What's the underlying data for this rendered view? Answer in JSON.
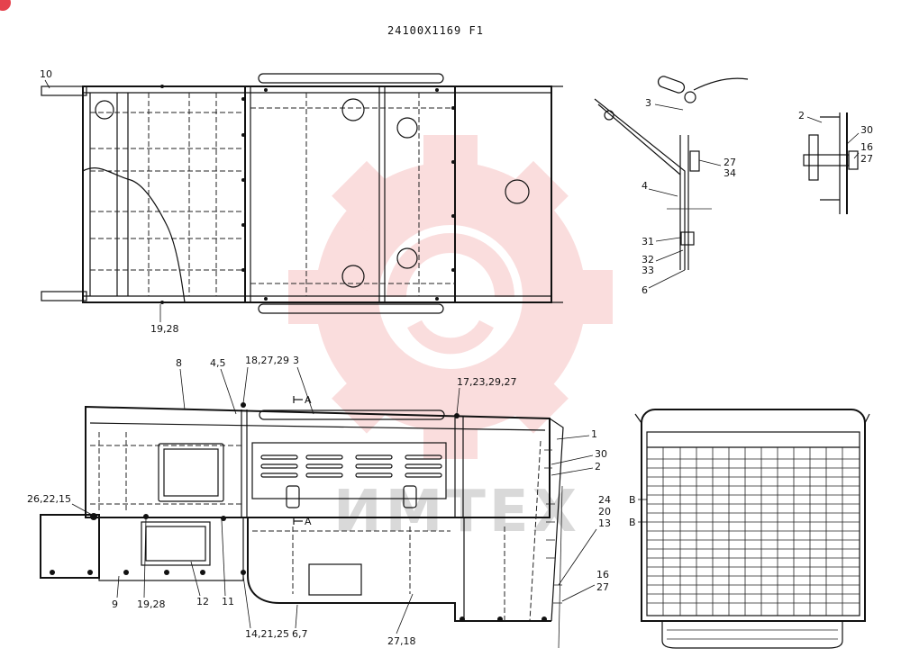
{
  "drawing": {
    "title": "24100X1169 F1",
    "watermark": "ИМТЕХ"
  },
  "colors": {
    "watermark": "#f3b0b0",
    "badge": "#e5424d",
    "line": "#111111"
  },
  "callouts": {
    "top_view": [
      "10",
      "19,28"
    ],
    "detail_a": [
      "3",
      "27",
      "34",
      "4",
      "31",
      "32",
      "33",
      "6"
    ],
    "detail_b": [
      "2",
      "30",
      "16",
      "27"
    ],
    "side_view": [
      "8",
      "4,5",
      "18,27,29",
      "3",
      "17,23,29,27",
      "1",
      "30",
      "2",
      "26,22,15",
      "24",
      "20",
      "13",
      "16",
      "27",
      "9",
      "19,28",
      "12",
      "11",
      "14,21,25",
      "6,7",
      "27,18"
    ],
    "section_marks": [
      "A",
      "A"
    ],
    "rear_view": [
      "B",
      "B"
    ]
  }
}
